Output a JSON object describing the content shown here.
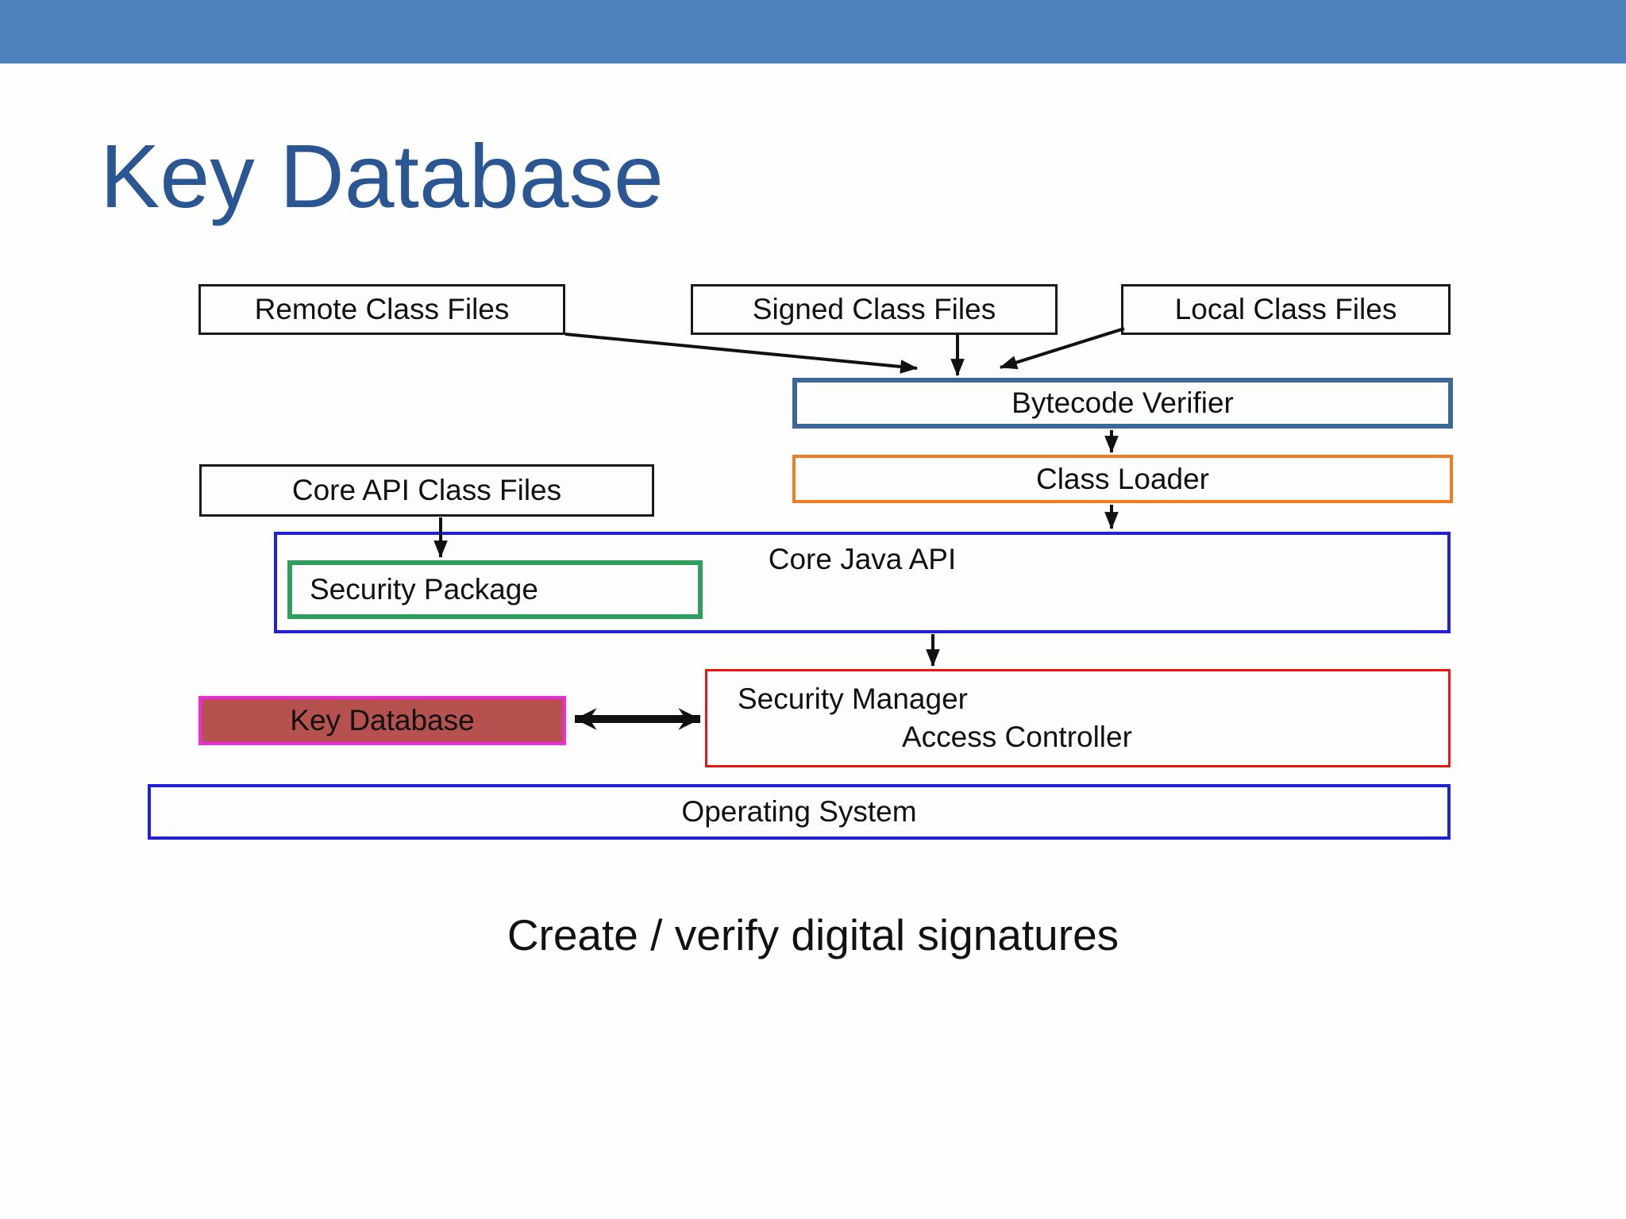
{
  "slide": {
    "title": "Key Database",
    "caption": "Create / verify digital signatures"
  },
  "diagram": {
    "boxes": {
      "remote": "Remote Class Files",
      "signed": "Signed Class Files",
      "local": "Local Class Files",
      "bytecode_verifier": "Bytecode Verifier",
      "class_loader": "Class Loader",
      "core_api": "Core API Class Files",
      "core_java_api": "Core Java API",
      "security_package": "Security Package",
      "key_database": "Key Database",
      "security_manager": "Security Manager",
      "access_controller": "Access Controller",
      "operating_system": "Operating System"
    },
    "arrows": [
      "remote-class-files to bytecode-verifier",
      "signed-class-files to bytecode-verifier",
      "local-class-files to bytecode-verifier",
      "bytecode-verifier to class-loader",
      "class-loader to core-java-api",
      "core-api-class-files to security-package",
      "core-java-api to security-manager",
      "key-database to security-manager (bidirectional)"
    ]
  },
  "colors": {
    "header-bg": "#4F81BD",
    "title-text": "#2A5793",
    "black-border": "#1A1A1A",
    "bytecode-border": "#3D6796",
    "classloader-border": "#EE7D22",
    "blue-border": "#2020D8",
    "secpkg-border": "#2E9E5C",
    "keydb-border": "#F02AE0",
    "keydb-fill": "#B5514E",
    "secmgr-border": "#EE1414",
    "arrow-color": "#111111"
  }
}
